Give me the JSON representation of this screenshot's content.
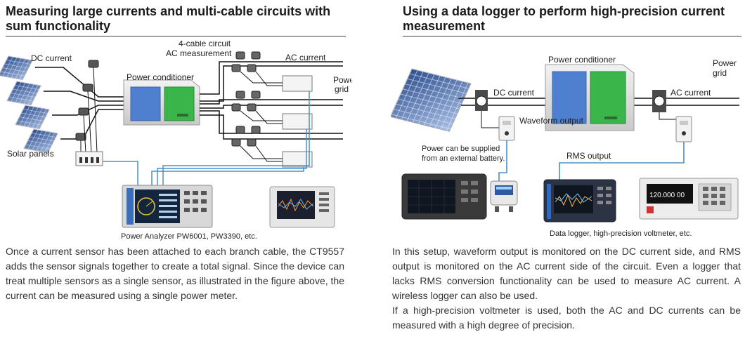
{
  "left": {
    "heading": "Measuring large currents and multi-cable circuits with sum functionality",
    "labels": {
      "dc_current": "DC current",
      "four_cable": "4-cable circuit",
      "ac_measurement": "AC measurement",
      "ac_current": "AC current",
      "power_conditioner": "Power conditioner",
      "power": "Power",
      "grid": "grid",
      "solar_panels": "Solar panels",
      "analyzer_caption": "Power Analyzer PW6001, PW3390, etc."
    },
    "description": "Once a current sensor has been attached to each branch cable, the CT9557 adds the sensor signals together to create a total signal. Since the device can treat multiple sensors as a single sensor, as illustrated in the figure above, the current can be measured using a single power meter."
  },
  "right": {
    "heading": "Using a data logger to perform high-precision current measurement",
    "labels": {
      "power_conditioner": "Power conditioner",
      "power": "Power",
      "grid": "grid",
      "dc_current": "DC current",
      "ac_current": "AC current",
      "waveform_output": "Waveform output",
      "battery_line1": "Power can be supplied",
      "battery_line2": "from an external battery.",
      "rms_output": "RMS output",
      "voltmeter_reading": "120.000 00",
      "logger_caption": "Data logger, high-precision voltmeter, etc."
    },
    "description_1": "In this setup, waveform output is monitored on the DC current side, and RMS output is monitored on the AC current side of the circuit. Even a logger that lacks RMS conversion functionality can be used to measure AC current. A wireless logger can also be used.",
    "description_2": "If a high-precision voltmeter is used, both the AC and DC currents can be measured with a high degree of precision."
  }
}
